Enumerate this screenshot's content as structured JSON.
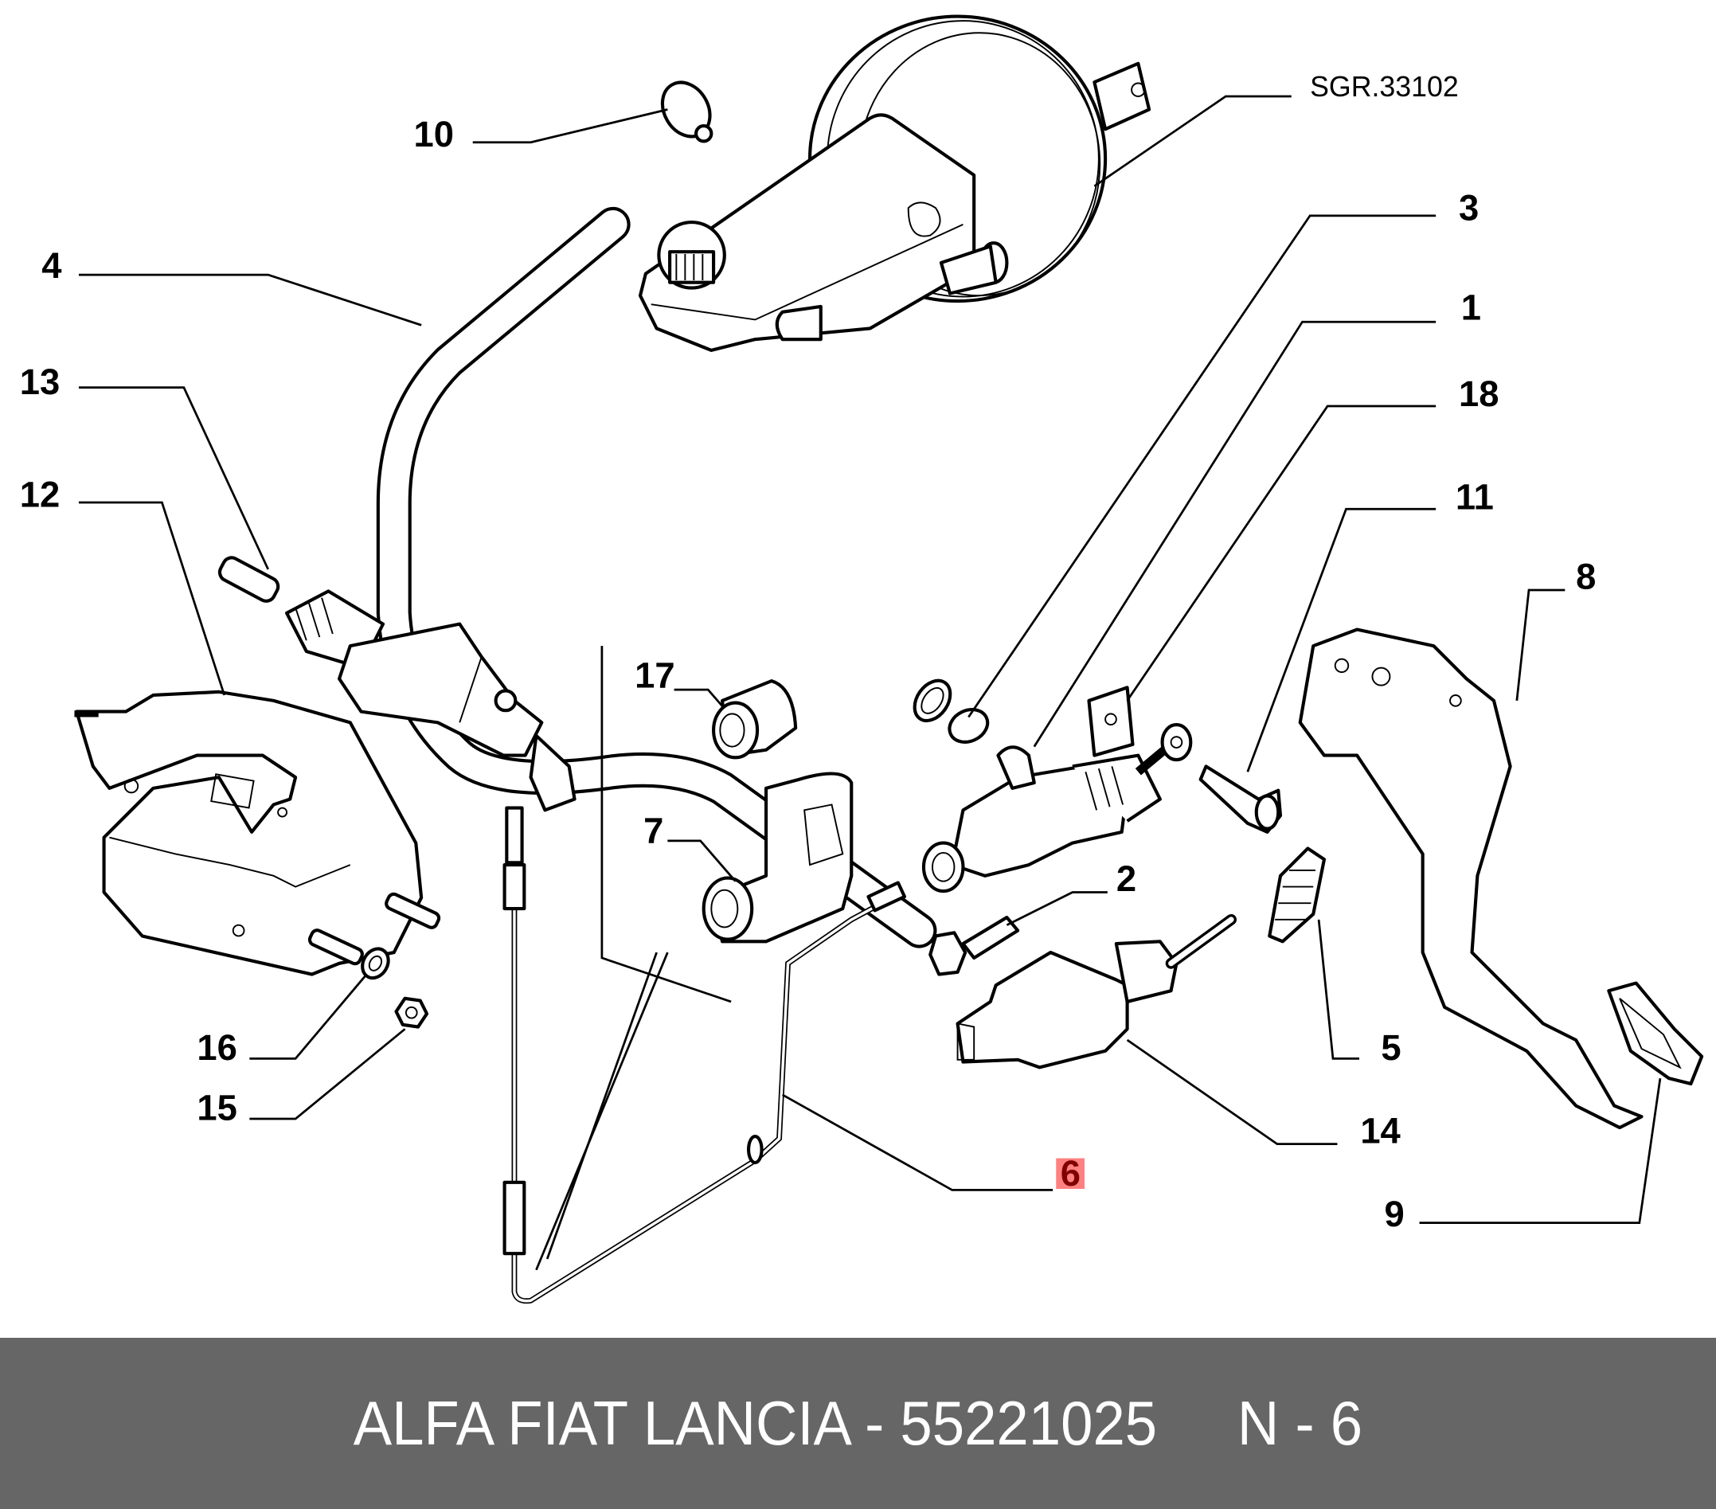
{
  "diagram": {
    "reference_code": "SGR.33102",
    "callouts": [
      {
        "id": "10",
        "label": "10",
        "highlighted": false
      },
      {
        "id": "4",
        "label": "4",
        "highlighted": false
      },
      {
        "id": "13",
        "label": "13",
        "highlighted": false
      },
      {
        "id": "12",
        "label": "12",
        "highlighted": false
      },
      {
        "id": "3",
        "label": "3",
        "highlighted": false
      },
      {
        "id": "1",
        "label": "1",
        "highlighted": false
      },
      {
        "id": "18",
        "label": "18",
        "highlighted": false
      },
      {
        "id": "11",
        "label": "11",
        "highlighted": false
      },
      {
        "id": "8",
        "label": "8",
        "highlighted": false
      },
      {
        "id": "17",
        "label": "17",
        "highlighted": false
      },
      {
        "id": "7",
        "label": "7",
        "highlighted": false
      },
      {
        "id": "2",
        "label": "2",
        "highlighted": false
      },
      {
        "id": "5",
        "label": "5",
        "highlighted": false
      },
      {
        "id": "14",
        "label": "14",
        "highlighted": false
      },
      {
        "id": "6",
        "label": "6",
        "highlighted": true
      },
      {
        "id": "9",
        "label": "9",
        "highlighted": false
      },
      {
        "id": "16",
        "label": "16",
        "highlighted": false
      },
      {
        "id": "15",
        "label": "15",
        "highlighted": false
      }
    ],
    "highlight_color": "#ff8080",
    "highlight_text_color": "#800000"
  },
  "footer": {
    "text": "ALFA FIAT LANCIA - 55221025     N - 6",
    "brand": "ALFA FIAT LANCIA",
    "part_number": "55221025",
    "position": "N - 6",
    "background": "#666666"
  }
}
